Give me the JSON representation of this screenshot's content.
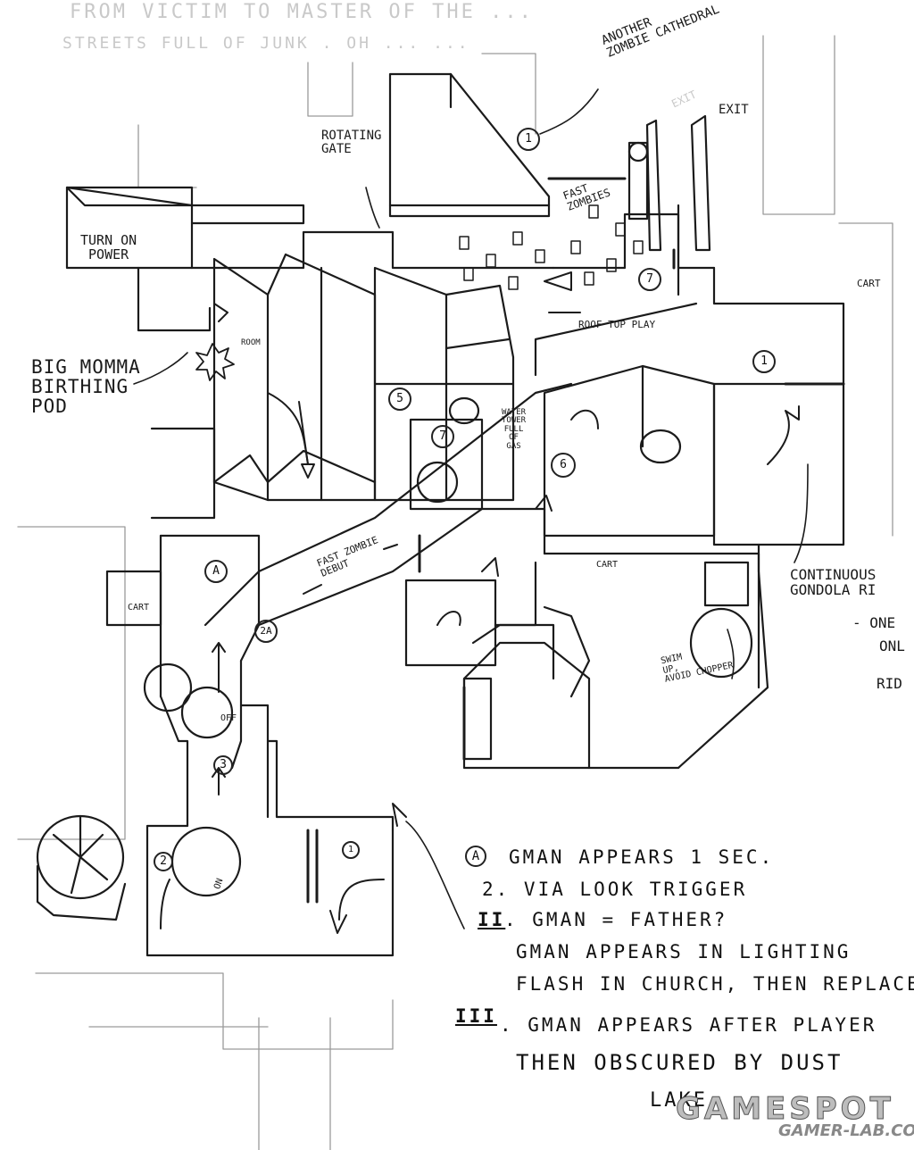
{
  "header_notes": [
    "FROM VICTIM TO MASTER OF THE ...",
    "STREETS FULL OF JUNK . OH ... ..."
  ],
  "labels": {
    "another_zombie_cathedral": "ANOTHER\nZOMBIE CATHEDRAL",
    "rotating_gate": "ROTATING\nGATE",
    "turn_on_power": "TURN ON\nPOWER",
    "fast_zombies": "FAST\nZOMBIES",
    "exit_top": "EXIT",
    "exit_faint": "EXIT",
    "cart_right": "CART",
    "roof_top_play": "ROOF TOP PLAY",
    "big_mommy": "BIG MOMMA\nBIRTHING\nPOD",
    "water_tower": "WATER\nTOWER\nFULL\nOF\nGAS",
    "fast_zombie_debut": "FAST ZOMBIE\nDEBUT",
    "cart_left": "CART",
    "cart_mid": "CART",
    "continuous_gondola": "CONTINUOUS\nGONDOLA RI",
    "one": "- ONE",
    "only": "ONL",
    "rid": "RID",
    "swim_up": "SWIM\nUP,\nAVOID CHOPPER",
    "off_upper": "OFF",
    "off_lower": "ON",
    "room": "ROOM"
  },
  "markers": {
    "m1_cathedral": "1",
    "m7_square": "7",
    "m1_cart": "1",
    "m5_tower": "5",
    "m7_tower": "7",
    "m6_road": "6",
    "mA": "A",
    "m2A": "2A",
    "m3": "3",
    "m2": "2",
    "m1_bottom": "1"
  },
  "notes": [
    {
      "key": "A",
      "line1": "GMAN APPEARS 1 SEC.",
      "line2": "2. VIA LOOK TRIGGER"
    },
    {
      "key": "II",
      "line1": ". GMAN = FATHER?",
      "line2": "GMAN APPEARS IN LIGHTING",
      "line3": "FLASH IN CHURCH, THEN REPLACE"
    },
    {
      "key": "III",
      "line1": ". GMAN APPEARS AFTER PLAYER",
      "line2": "THEN OBSCURED BY DUST",
      "line3": "LAKE"
    }
  ],
  "watermark": {
    "main": "GAMESPOT",
    "sub": "GAMER-LAB.COM"
  }
}
